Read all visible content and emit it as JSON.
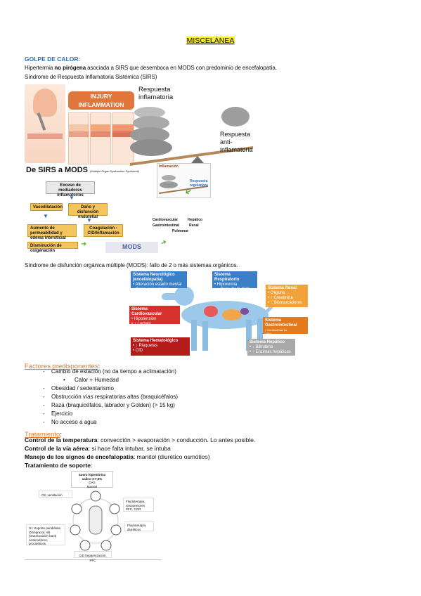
{
  "title": "MISCELÁNEA",
  "section1": {
    "heading": "GOLPE DE CALOR:",
    "line1_pre": "Hipertermia ",
    "line1_bold": "no pirógena",
    "line1_post": " asociada a SIRS que desemboca en MODS con predominio de encefalopatía.",
    "line2": "Síndrome de Respuesta Inflamatoria Sistémica (SIRS)"
  },
  "fig1": {
    "banner": "INJURY INFLAMMATION",
    "respuesta_inflamatoria": "Respuesta inflamatoria",
    "respuesta_antiinflamatoria": "Respuesta anti-inflamatoria"
  },
  "fig2": {
    "title": "De SIRS a MODS",
    "subtitle": "(Multiple Organ Dysfunction Syndrome)",
    "exceso": "Exceso de mediadores inflamatorios",
    "vasodilatacion": "Vasodilatación",
    "dano": "Daño y disfunción endotelial",
    "aumento": "Aumento de permeabilidad y edema intersticial",
    "coagulacion": "Coagulación - CID/Inflamación",
    "disminucion": "Disminución de oxigenación",
    "mods": "MODS",
    "organs": [
      "Cardiovascular",
      "Hepático",
      "Gastrointestinal",
      "Renal",
      "Pulmonar"
    ],
    "inflamacion": "Inflamación",
    "respuesta_reguladora": "Respuesta reguladora"
  },
  "section2": {
    "line": "Síndrome de disfunción orgánica múltiple (MODS): fallo de 2 o más sistemas orgánicos."
  },
  "fig3": {
    "neuro_title": "Sistema Neurológico (encefalopatía)",
    "neuro_items": [
      "Alteración estado mental",
      "Crisis convulsivas"
    ],
    "resp_title": "Sistema Respiratorio",
    "resp_items": [
      "Hipoxemia",
      "↓ Ratio PaO₂/FiO₂"
    ],
    "renal_title": "Sistema Renal",
    "renal_items": [
      "Oliguria",
      "↑ Creatinina",
      "↑ Biomarcadores"
    ],
    "cardio_title": "Sistema Cardiovascular",
    "cardio_items": [
      "Hipotensión",
      "↑ Lactato"
    ],
    "gi_title": "Sistema Gastrointestinal",
    "gi_items": [
      "Vómitos/Diarrea",
      "Íleo"
    ],
    "hemato_title": "Sistema Hematológico",
    "hemato_items": [
      "↓ Plaquetas",
      "CID"
    ],
    "hepatic_title": "Sistema Hepático",
    "hepatic_items": [
      "↑ Bilirubina",
      "↑ Enzimas hepáticas"
    ]
  },
  "factores": {
    "heading": "Factores predisponentes",
    "colon": ":",
    "items": [
      "Cambio de estación (no da tiempo a aclimatación)",
      "Calor + Humedad",
      "Obesidad / sedentarismo",
      "Obstrucción vías respiratorias altas (braquicéfalos)",
      "Raza (braquicéfalos, labrador y Golden) (> 15 kg)",
      "Ejercicio",
      "No acceso a agua"
    ]
  },
  "tratamiento": {
    "heading": "Tratamiento",
    "colon": ":",
    "l1_bold": "Control de la temperatura",
    "l1_rest": ": convección > evaporación > conducción. Lo antes posible.",
    "l2_bold": "Control de la vía aérea",
    "l2_rest": ": si hace falta intubar, se intuba",
    "l3_bold": "Manejo de los signos de encefalopatía",
    "l3_rest": ": manitol (diurético osmótico)",
    "l4_bold": "Tratamiento de soporte",
    "l4_rest": ":"
  },
  "fig4": {
    "top": "Suero hipertónico salino 3-7,5%",
    "top2": "DAS",
    "top3": "Manitol",
    "o2": "O2, ventilación",
    "fluido": "Fluidoterapia, vasopresores PFC, CGR",
    "fluido2": "Fluidoterapia, diuréticos",
    "gi": "GI: Soporte peridiálisis Omeprazol, AB (translocación bact) Antieméticos, procinéticos",
    "bottom": "CID heparinización, PFC"
  }
}
